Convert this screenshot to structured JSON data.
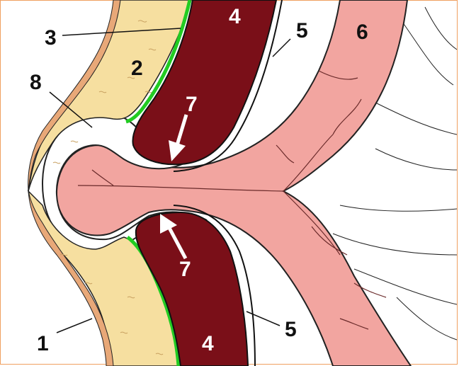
{
  "colors": {
    "skin": "#e8a878",
    "fat": "#f6dfa0",
    "fascia": "#22cc22",
    "muscle": "#7a0f18",
    "sac": "#ffffff",
    "bowel": "#f2a5a0",
    "vessel": "#6a2a2a",
    "frame": "#f0a060"
  },
  "labels": {
    "l1": "1",
    "l2": "2",
    "l3": "3",
    "l4_top": "4",
    "l4_bottom": "4",
    "l5_top": "5",
    "l5_bottom": "5",
    "l6": "6",
    "l7_top": "7",
    "l7_bottom": "7",
    "l8": "8"
  }
}
